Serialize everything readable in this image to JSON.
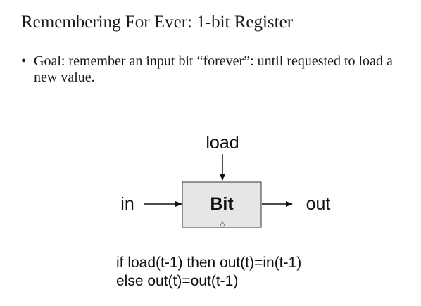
{
  "slide": {
    "title": "Remembering For Ever: 1-bit Register",
    "bullet_marker": "•",
    "bullet_text": "Goal: remember an input bit “forever”: until requested to load a new value."
  },
  "diagram": {
    "block_label": "Bit",
    "load_label": "load",
    "input_label": "in",
    "output_label": "out",
    "clock_marker": "△",
    "block_fill": "#e6e6e6"
  },
  "logic": {
    "line1": "if load(t-1) then out(t)=in(t-1)",
    "line2": "else out(t)=out(t-1)"
  }
}
